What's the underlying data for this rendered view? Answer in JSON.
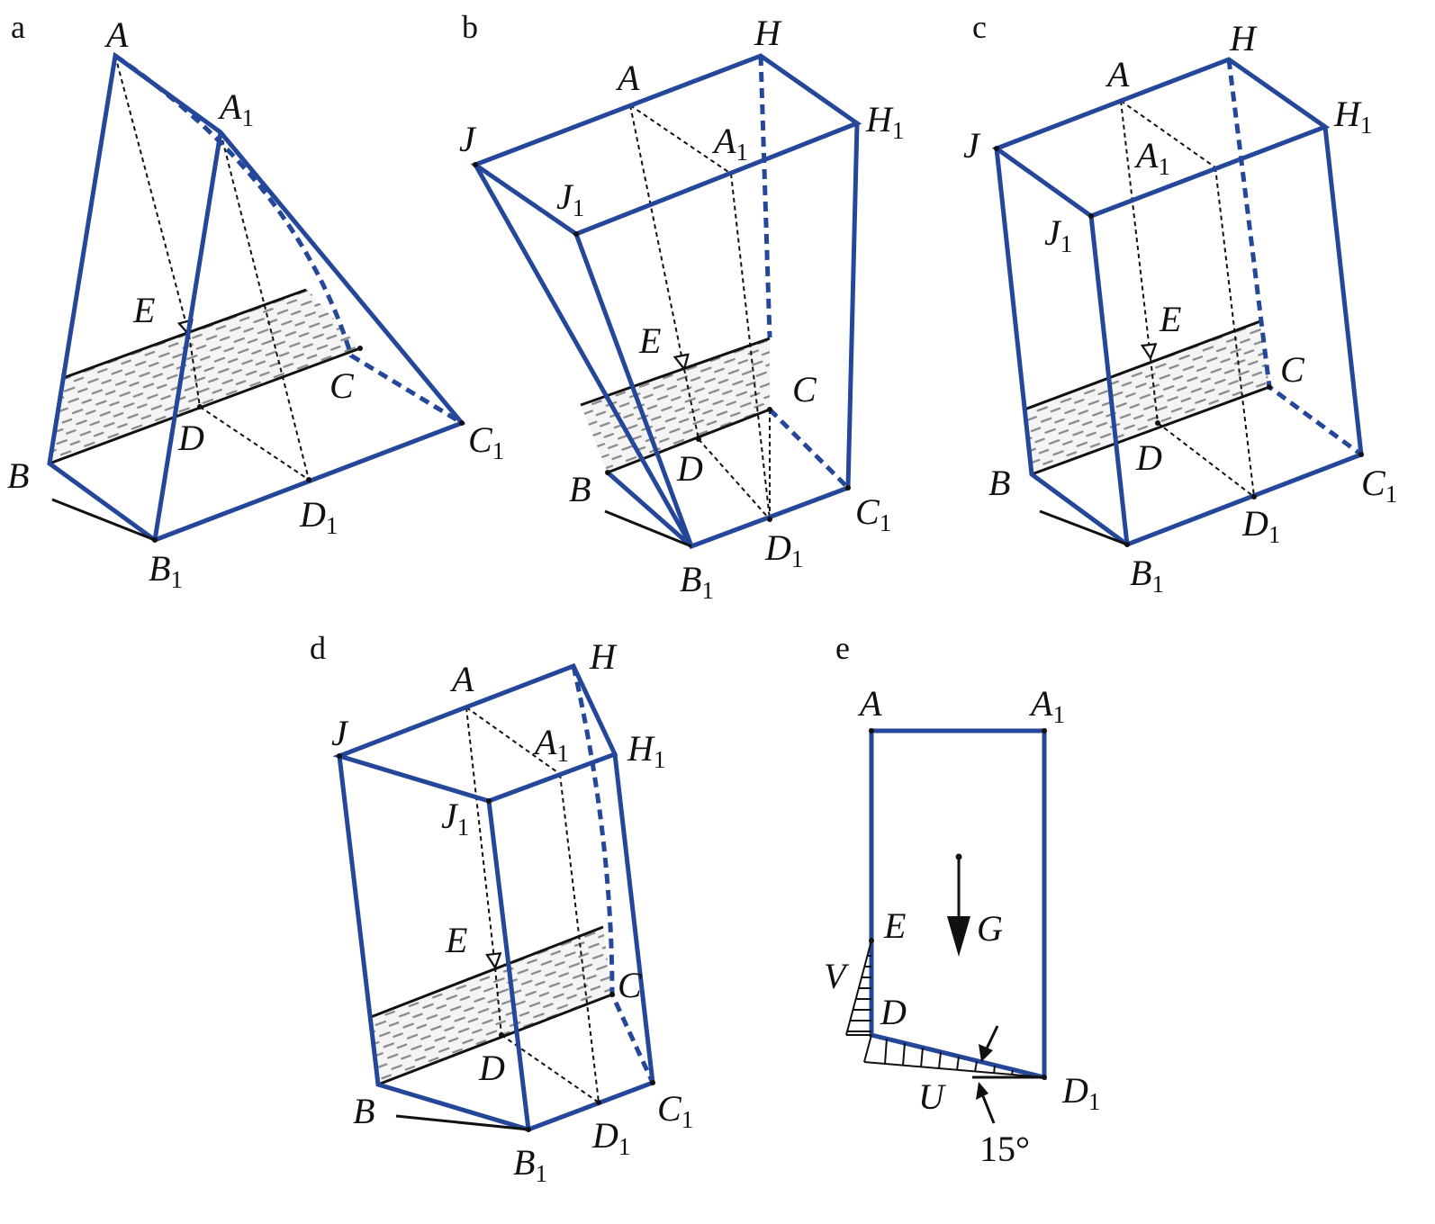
{
  "panels": {
    "a": {
      "label": "a",
      "points": {
        "A": {
          "n": "A",
          "s": ""
        },
        "A1": {
          "n": "A",
          "s": "1"
        },
        "B": {
          "n": "B",
          "s": ""
        },
        "B1": {
          "n": "B",
          "s": "1"
        },
        "C": {
          "n": "C",
          "s": ""
        },
        "C1": {
          "n": "C",
          "s": "1"
        },
        "D": {
          "n": "D",
          "s": ""
        },
        "D1": {
          "n": "D",
          "s": "1"
        },
        "E": {
          "n": "E",
          "s": ""
        }
      }
    },
    "b": {
      "label": "b",
      "points": {
        "A": {
          "n": "A",
          "s": ""
        },
        "A1": {
          "n": "A",
          "s": "1"
        },
        "B": {
          "n": "B",
          "s": ""
        },
        "B1": {
          "n": "B",
          "s": "1"
        },
        "C": {
          "n": "C",
          "s": ""
        },
        "C1": {
          "n": "C",
          "s": "1"
        },
        "D": {
          "n": "D",
          "s": ""
        },
        "D1": {
          "n": "D",
          "s": "1"
        },
        "E": {
          "n": "E",
          "s": ""
        },
        "H": {
          "n": "H",
          "s": ""
        },
        "H1": {
          "n": "H",
          "s": "1"
        },
        "J": {
          "n": "J",
          "s": ""
        },
        "J1": {
          "n": "J",
          "s": "1"
        }
      }
    },
    "c": {
      "label": "c",
      "points": {
        "A": {
          "n": "A",
          "s": ""
        },
        "A1": {
          "n": "A",
          "s": "1"
        },
        "B": {
          "n": "B",
          "s": ""
        },
        "B1": {
          "n": "B",
          "s": "1"
        },
        "C": {
          "n": "C",
          "s": ""
        },
        "C1": {
          "n": "C",
          "s": "1"
        },
        "D": {
          "n": "D",
          "s": ""
        },
        "D1": {
          "n": "D",
          "s": "1"
        },
        "E": {
          "n": "E",
          "s": ""
        },
        "H": {
          "n": "H",
          "s": ""
        },
        "H1": {
          "n": "H",
          "s": "1"
        },
        "J": {
          "n": "J",
          "s": ""
        },
        "J1": {
          "n": "J",
          "s": "1"
        }
      }
    },
    "d": {
      "label": "d",
      "points": {
        "A": {
          "n": "A",
          "s": ""
        },
        "A1": {
          "n": "A",
          "s": "1"
        },
        "B": {
          "n": "B",
          "s": ""
        },
        "B1": {
          "n": "B",
          "s": "1"
        },
        "C": {
          "n": "C",
          "s": ""
        },
        "C1": {
          "n": "C",
          "s": "1"
        },
        "D": {
          "n": "D",
          "s": ""
        },
        "D1": {
          "n": "D",
          "s": "1"
        },
        "E": {
          "n": "E",
          "s": ""
        },
        "H": {
          "n": "H",
          "s": ""
        },
        "H1": {
          "n": "H",
          "s": "1"
        },
        "J": {
          "n": "J",
          "s": ""
        },
        "J1": {
          "n": "J",
          "s": "1"
        }
      }
    },
    "e": {
      "label": "e",
      "points": {
        "A": {
          "n": "A",
          "s": ""
        },
        "A1": {
          "n": "A",
          "s": "1"
        },
        "D": {
          "n": "D",
          "s": ""
        },
        "D1": {
          "n": "D",
          "s": "1"
        },
        "E": {
          "n": "E",
          "s": ""
        },
        "G": {
          "n": "G",
          "s": ""
        },
        "U": {
          "n": "U",
          "s": ""
        },
        "V": {
          "n": "V",
          "s": ""
        }
      },
      "angle": "15°"
    }
  },
  "colors": {
    "edge": "#24479a",
    "ink": "#111111",
    "hatch": "#888888"
  }
}
